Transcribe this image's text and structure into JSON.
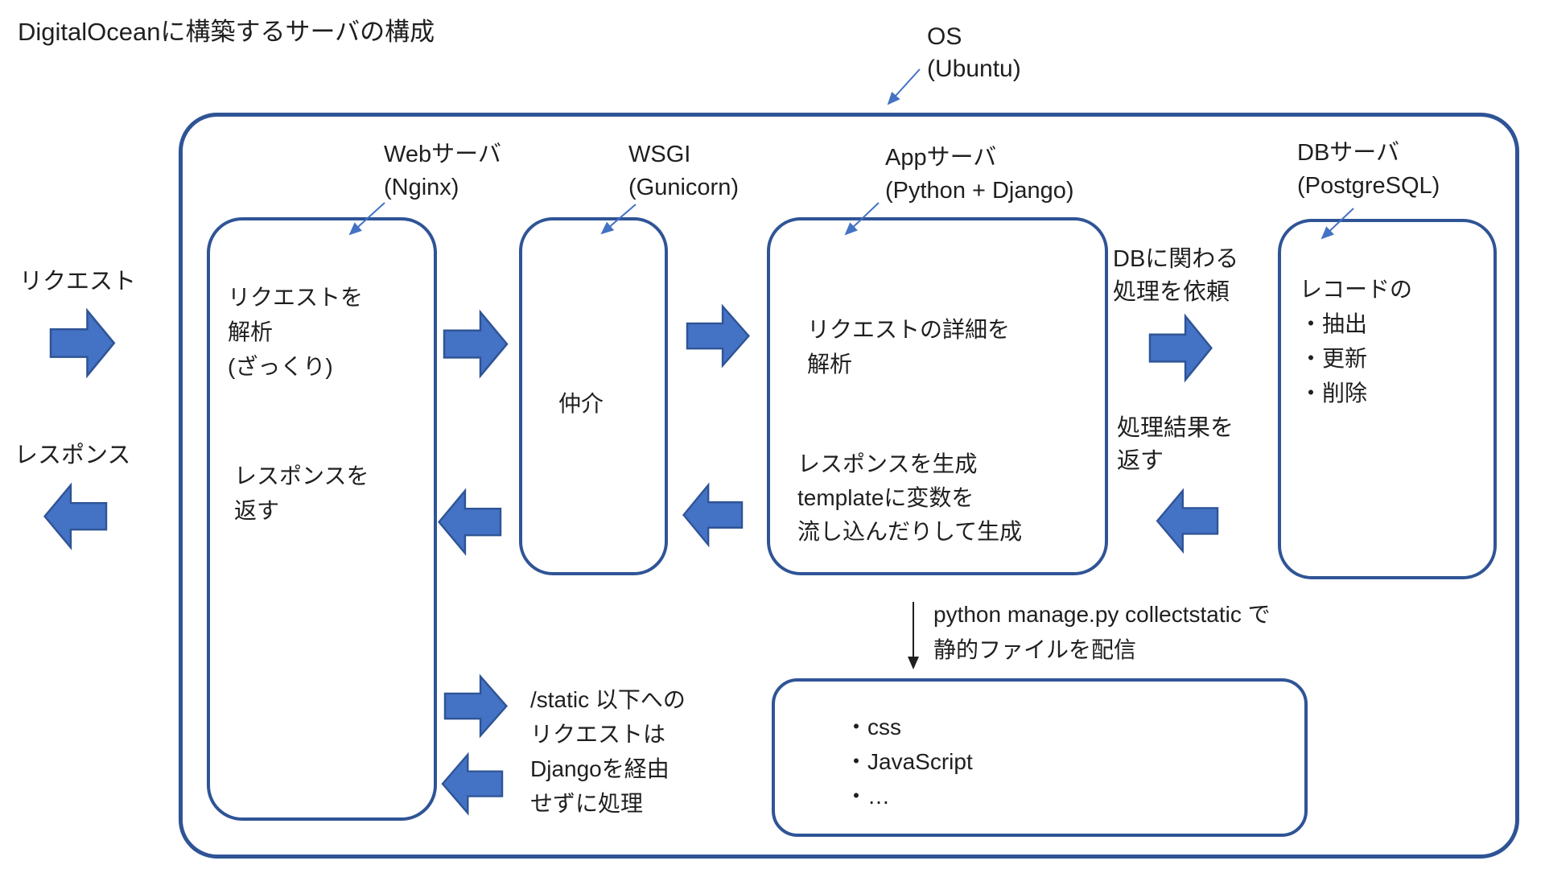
{
  "title": "DigitalOceanに構築するサーバの構成",
  "os_label": "OS\n(Ubuntu)",
  "flow_left": {
    "request": "リクエスト",
    "response": "レスポンス"
  },
  "boxes": {
    "web": {
      "label": "Webサーバ\n(Nginx)",
      "top_text": "リクエストを\n解析\n(ざっくり)",
      "bottom_text": "レスポンスを\n返す"
    },
    "wsgi": {
      "label": "WSGI\n(Gunicorn)",
      "text": "仲介"
    },
    "app": {
      "label": "Appサーバ\n(Python + Django)",
      "top_text": "リクエストの詳細を\n解析",
      "bottom_text": "レスポンスを生成\ntemplateに変数を\n流し込んだりして生成"
    },
    "db": {
      "label": "DBサーバ\n(PostgreSQL)",
      "text": "レコードの\n・抽出\n・更新\n・削除"
    },
    "static": {
      "items": [
        "・css",
        "・JavaScript",
        "・…"
      ]
    }
  },
  "notes": {
    "db_request": "DBに関わる\n処理を依頼",
    "db_response": "処理結果を\n返す",
    "static_route": "/static 以下への\nリクエストは\nDjangoを経由\nせずに処理",
    "collectstatic": "python manage.py collectstatic で\n静的ファイルを配信"
  },
  "colors": {
    "box_border": "#2F5496",
    "arrow_fill": "#4472C4",
    "arrow_stroke": "#2F5496",
    "connector_blue": "#4472C4",
    "connector_black": "#1f1f1f",
    "text": "#1f1f1f",
    "background": "#ffffff"
  }
}
